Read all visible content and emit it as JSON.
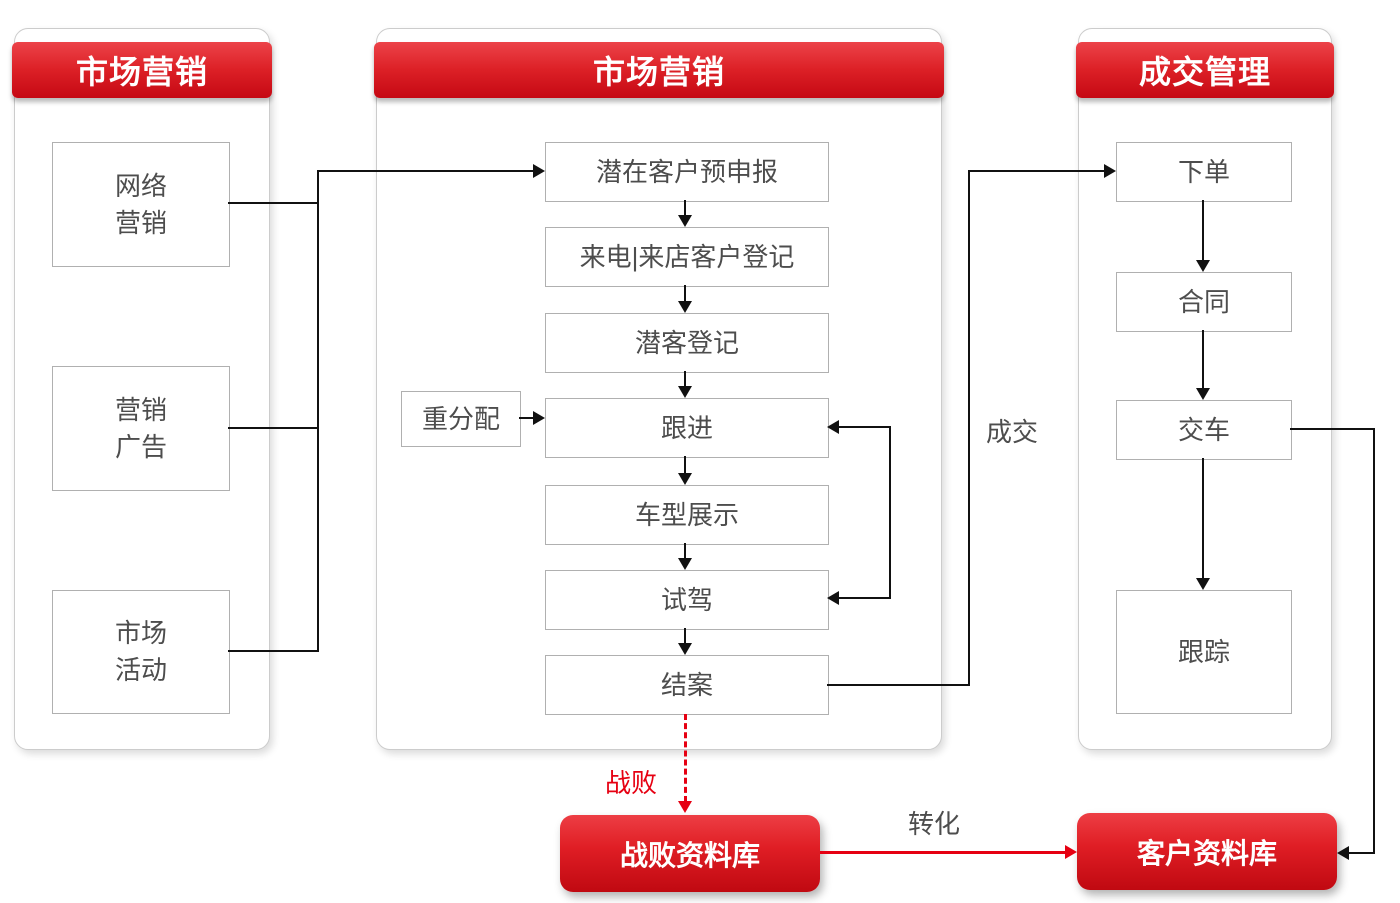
{
  "columns": [
    {
      "title": "市场营销",
      "boxes": [
        "网络\n营销",
        "营销\n广告",
        "市场\n活动"
      ]
    },
    {
      "title": "市场营销",
      "boxes": [
        "潜在客户预申报",
        "来电|来店客户登记",
        "潜客登记",
        "跟进",
        "车型展示",
        "试驾",
        "结案"
      ],
      "side_box": "重分配"
    },
    {
      "title": "成交管理",
      "boxes": [
        "下单",
        "合同",
        "交车",
        "跟踪"
      ]
    }
  ],
  "databases": [
    "战败资料库",
    "客户资料库"
  ],
  "edge_labels": {
    "deal": "成交",
    "lost": "战败",
    "convert": "转化"
  },
  "colors": {
    "accent_red": "#e60012",
    "header_gradient_top": "#ec4349",
    "header_gradient_bottom": "#c50813",
    "line_black": "#111111",
    "box_border": "#b0b0b0",
    "box_text": "#4d4d4d"
  }
}
